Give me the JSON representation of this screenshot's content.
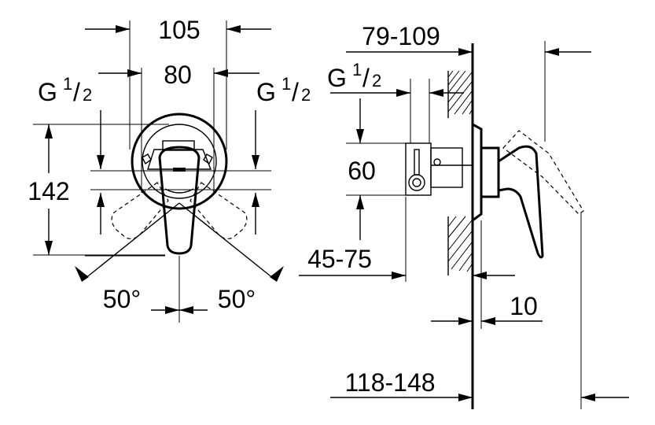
{
  "front_view": {
    "width_outer": "105",
    "width_inner": "80",
    "height": "142",
    "connection_left": {
      "letter": "G",
      "num": "1",
      "den": "2"
    },
    "connection_right": {
      "letter": "G",
      "num": "1",
      "den": "2"
    },
    "angle_left": "50°",
    "angle_right": "50°"
  },
  "side_view": {
    "projection": "79-109",
    "connection": {
      "letter": "G",
      "num": "1",
      "den": "2"
    },
    "inlet_height": "60",
    "wall_depth": "45-75",
    "plate_thickness": "10",
    "total_projection": "118-148"
  },
  "colors": {
    "line": "#000000",
    "background": "#ffffff"
  }
}
